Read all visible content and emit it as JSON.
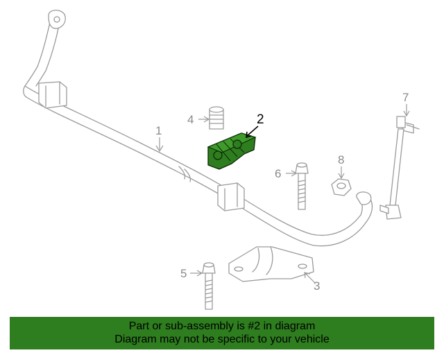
{
  "diagram": {
    "highlighted_part": "2",
    "highlight_color": "#2e7d1f",
    "callouts": {
      "c1": "1",
      "c2": "2",
      "c3": "3",
      "c4": "4",
      "c5": "5",
      "c6": "6",
      "c7": "7",
      "c8": "8"
    }
  },
  "banner": {
    "line1": "Part or sub-assembly is #2 in diagram",
    "line2": "Diagram may not be specific to your vehicle",
    "background": "#2e7d1f"
  }
}
